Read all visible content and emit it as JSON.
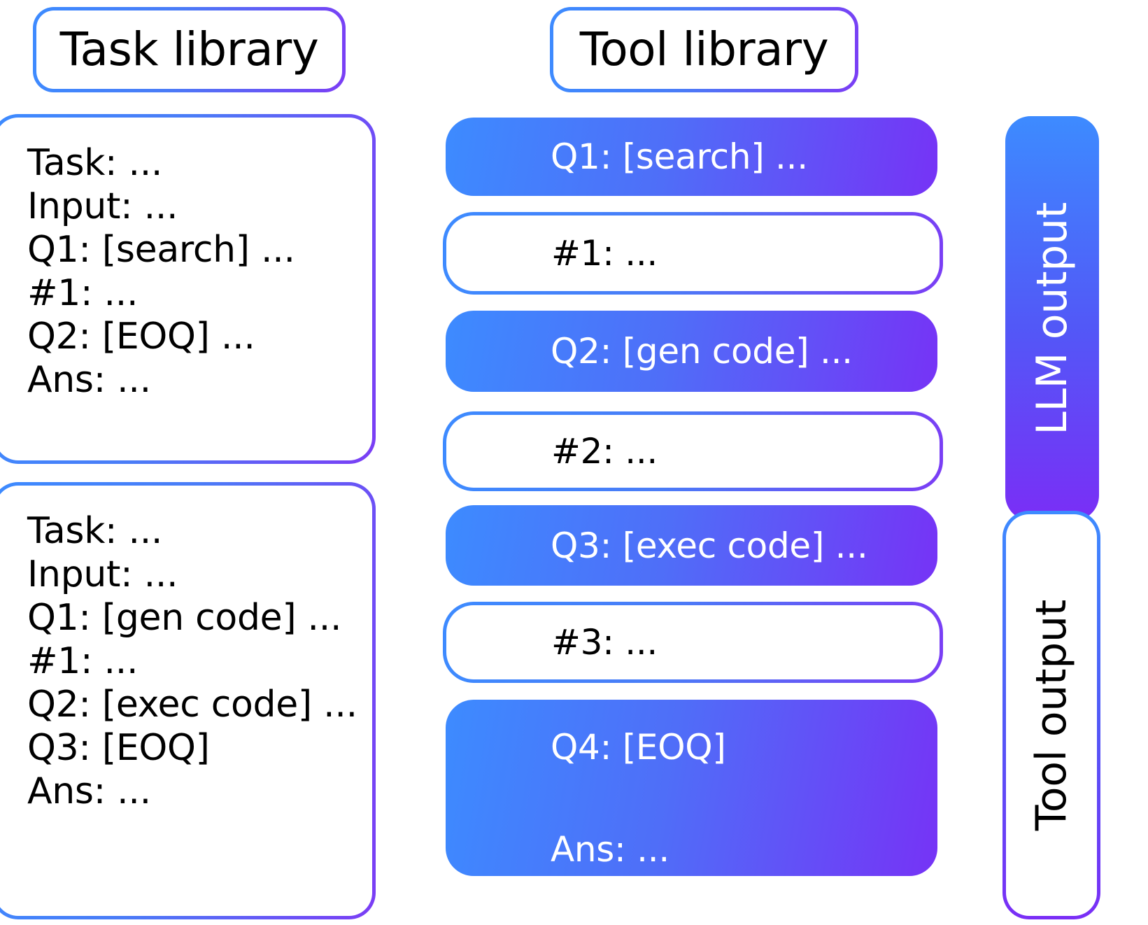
{
  "headers": {
    "task_library": "Task library",
    "tool_library": "Tool library"
  },
  "task_library": {
    "cards": [
      {
        "lines": [
          "Task: ...",
          "Input: ...",
          "Q1: [search] ...",
          "#1: ...",
          "Q2: [EOQ] ...",
          "Ans: ..."
        ]
      },
      {
        "lines": [
          "Task: ...",
          "Input: ...",
          "Q1: [gen code] ...",
          "#1: ...",
          "Q2: [exec code] ...",
          "Q3: [EOQ]",
          "Ans: ..."
        ]
      }
    ]
  },
  "tool_library": {
    "steps": [
      {
        "text": "Q1: [search] ...",
        "kind": "llm"
      },
      {
        "text": "#1: ...",
        "kind": "tool"
      },
      {
        "text": "Q2: [gen code] ...",
        "kind": "llm"
      },
      {
        "text": "#2: ...",
        "kind": "tool"
      },
      {
        "text": "Q3: [exec code] ...",
        "kind": "llm"
      },
      {
        "text": "#3: ...",
        "kind": "tool"
      },
      {
        "text": "Q4: [EOQ]",
        "kind": "llm",
        "answer": "Ans: ..."
      }
    ]
  },
  "side_labels": {
    "llm_output": "LLM output",
    "tool_output": "Tool output"
  },
  "colors": {
    "gradient_start": "#3d8bff",
    "gradient_end": "#7633f6",
    "text_dark": "#000000",
    "text_light": "#ffffff",
    "background": "#ffffff"
  }
}
